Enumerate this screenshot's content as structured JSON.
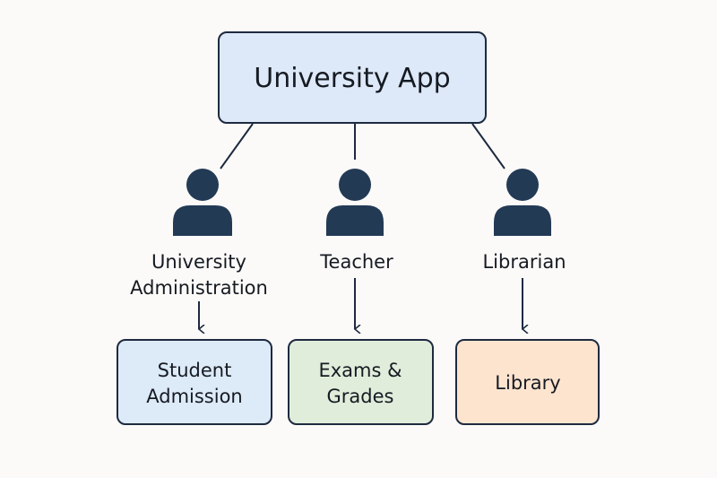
{
  "root": {
    "label": "University App",
    "fill": "#dde9f8"
  },
  "roles": [
    {
      "line1": "University",
      "line2": "Administration"
    },
    {
      "line1": "Teacher"
    },
    {
      "line1": "Librarian"
    }
  ],
  "modules": [
    {
      "line1": "Student",
      "line2": "Admission",
      "fill": "#ddeaf8"
    },
    {
      "line1": "Exams &",
      "line2": "Grades",
      "fill": "#e1eddb"
    },
    {
      "line1": "Library",
      "fill": "#fde4cf"
    }
  ],
  "colors": {
    "stroke": "#1e2a40",
    "icon": "#233a55"
  }
}
